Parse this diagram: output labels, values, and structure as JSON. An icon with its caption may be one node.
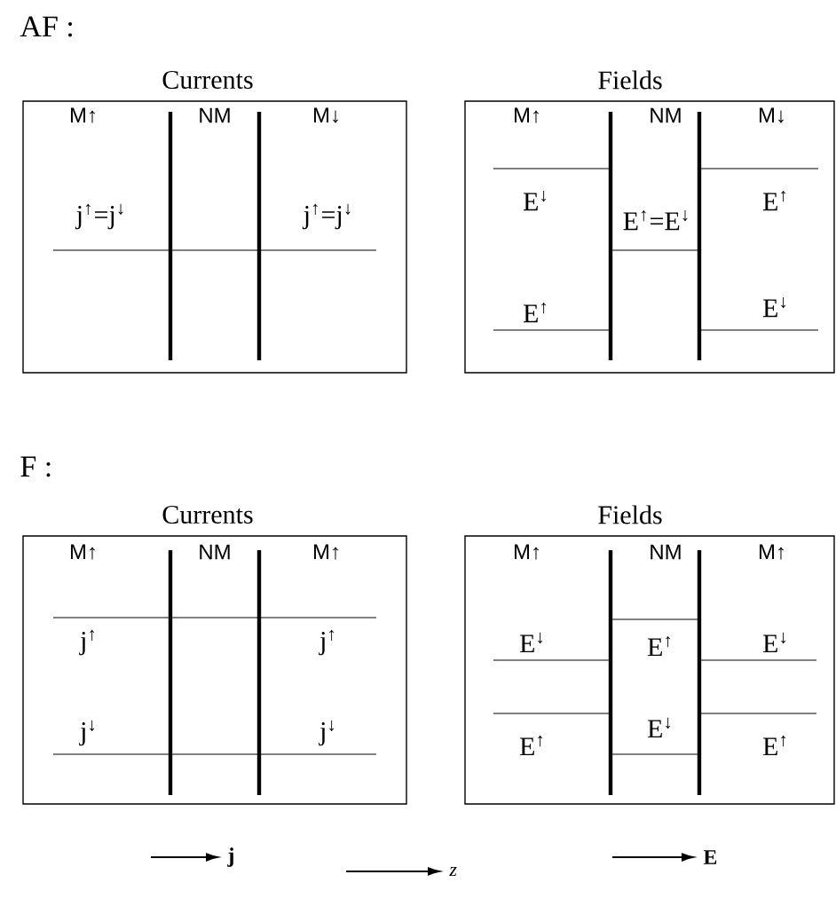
{
  "diagram": {
    "nodes": [
      {
        "text": [
          "Currents",
          "M↑",
          "NM",
          "M↓",
          "j$^{↑}$=j$^{↓}$",
          "j$^{↑}$=j$^{↓}$"
        ]
      },
      {
        "text": [
          "Fields",
          "M↑",
          "NM",
          "M↓",
          "E$^{↓}$",
          "E$^{↑}$",
          "E$^{↑}$=E$^{↓}$",
          "E$^{↑}$",
          "E$^{↓}$"
        ]
      },
      {
        "text": [
          "Currents",
          "M↑",
          "NM",
          "M↑",
          "j$^{↑}$",
          "j$^{↓}$",
          "j$^{↑}$",
          "j$^{↓}$"
        ]
      },
      {
        "text": [
          "Fields",
          "M↑",
          "NM",
          "M↑",
          "E$^{↓}$",
          "E$^{↑}$",
          "E$^{↑}$",
          "E$^{↓}$",
          "E$^{↓}$",
          "E$^{↑}$"
        ]
      }
    ],
    "labels": [
      "AF :",
      "F :",
      "j",
      "z",
      "E"
    ]
  }
}
